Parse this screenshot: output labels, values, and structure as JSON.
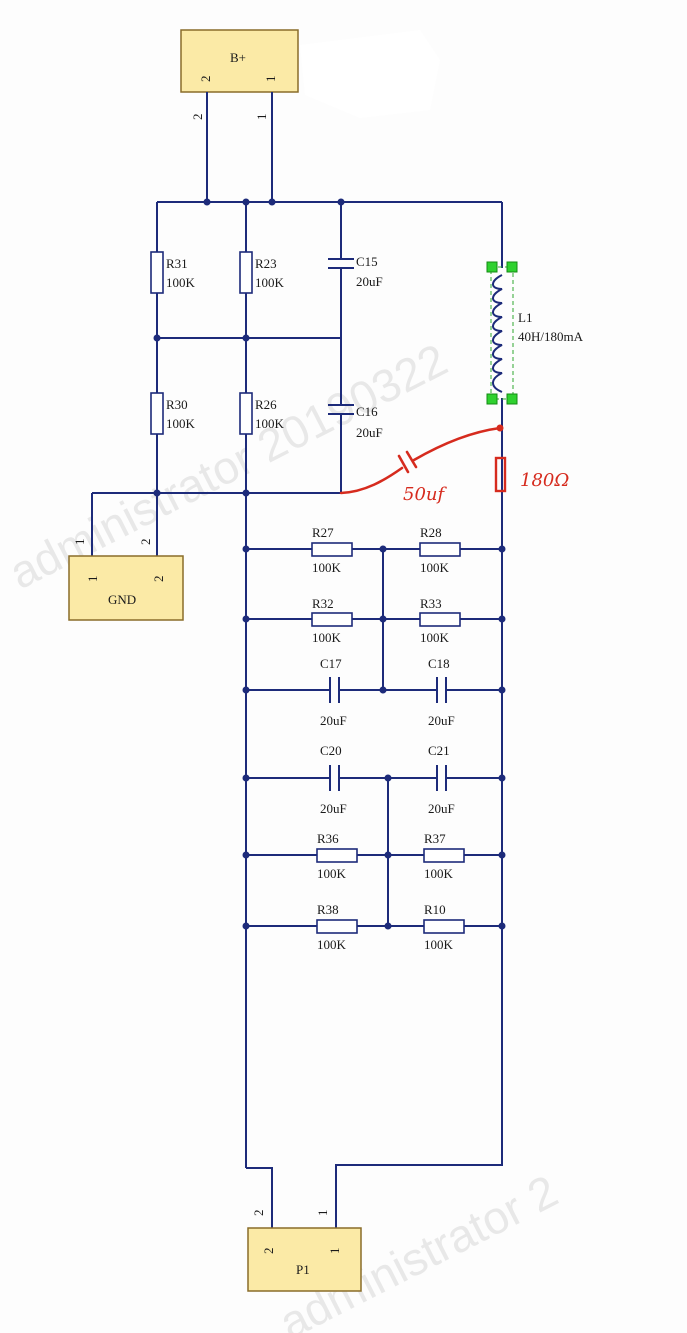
{
  "connectors": [
    {
      "id": "bplus",
      "name": "B+",
      "pins": [
        "2",
        "1"
      ],
      "outer_pins": [
        "2",
        "1"
      ]
    },
    {
      "id": "gnd",
      "name": "GND",
      "pins": [
        "1",
        "2"
      ],
      "outer_pins": [
        "1",
        "2"
      ]
    },
    {
      "id": "p1",
      "name": "P1",
      "pins": [
        "2",
        "1"
      ],
      "outer_pins": [
        "2",
        "1"
      ]
    }
  ],
  "components": {
    "R31": {
      "ref": "R31",
      "value": "100K"
    },
    "R23": {
      "ref": "R23",
      "value": "100K"
    },
    "C15": {
      "ref": "C15",
      "value": "20uF"
    },
    "R30": {
      "ref": "R30",
      "value": "100K"
    },
    "R26": {
      "ref": "R26",
      "value": "100K"
    },
    "C16": {
      "ref": "C16",
      "value": "20uF"
    },
    "L1": {
      "ref": "L1",
      "value": "40H/180mA"
    },
    "R27": {
      "ref": "R27",
      "value": "100K"
    },
    "R28": {
      "ref": "R28",
      "value": "100K"
    },
    "R32": {
      "ref": "R32",
      "value": "100K"
    },
    "R33": {
      "ref": "R33",
      "value": "100K"
    },
    "C17": {
      "ref": "C17",
      "value": "20uF"
    },
    "C18": {
      "ref": "C18",
      "value": "20uF"
    },
    "C20": {
      "ref": "C20",
      "value": "20uF"
    },
    "C21": {
      "ref": "C21",
      "value": "20uF"
    },
    "R36": {
      "ref": "R36",
      "value": "100K"
    },
    "R37": {
      "ref": "R37",
      "value": "100K"
    },
    "R38": {
      "ref": "R38",
      "value": "100K"
    },
    "R10": {
      "ref": "R10",
      "value": "100K"
    }
  },
  "annotations": {
    "cap_note": "50uf",
    "res_note": "180Ω"
  },
  "watermark": "administrator 20190322",
  "colors": {
    "wire": "#1d2b7a",
    "connector_fill": "#fbeaa6",
    "selection": "#2fd12f",
    "handwriting": "#d62b1e"
  }
}
